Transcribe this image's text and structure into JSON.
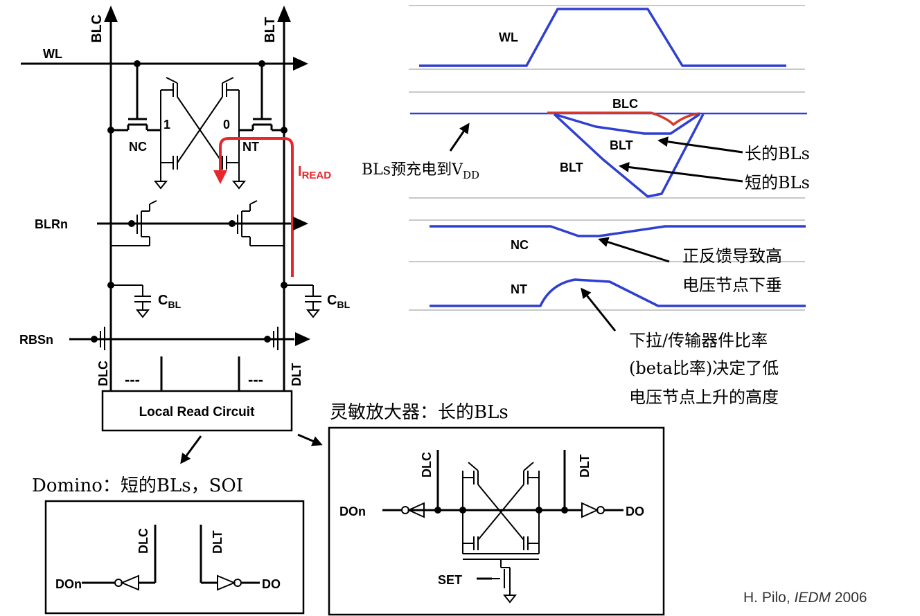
{
  "circuit": {
    "blc": "BLC",
    "blt": "BLT",
    "wl": "WL",
    "nc": "NC",
    "nt": "NT",
    "node1": "1",
    "node0": "0",
    "iread_main": "I",
    "iread_sub": "READ",
    "blrn": "BLRn",
    "cbl_main": "C",
    "cbl_sub": "BL",
    "rbsn": "RBSn",
    "dlc": "DLC",
    "dlt": "DLT",
    "dots": "---",
    "local_read": "Local Read Circuit"
  },
  "waveforms": {
    "wl": "WL",
    "blc": "BLC",
    "blt_long": "BLT",
    "blt_short": "BLT",
    "nc": "NC",
    "nt": "NT",
    "note_precharge_main": "BLs预充电到V",
    "note_precharge_sub": "DD",
    "note_long": "长的BLs",
    "note_short": "短的BLs",
    "note_feedback_l1": "正反馈导致高",
    "note_feedback_l2": "电压节点下垂",
    "note_beta_l1": "下拉/传输器件比率",
    "note_beta_l2": "(beta比率)决定了低",
    "note_beta_l3": "电压节点上升的高度"
  },
  "domino": {
    "title": "Domino：短的BLs，SOI",
    "dlc": "DLC",
    "dlt": "DLT",
    "don": "DOn",
    "do": "DO"
  },
  "senseamp": {
    "title": "灵敏放大器：长的BLs",
    "dlc": "DLC",
    "dlt": "DLT",
    "don": "DOn",
    "do": "DO",
    "set": "SET"
  },
  "citation": {
    "author": "H. Pilo, ",
    "venue": "IEDM",
    "year": " 2006"
  },
  "colors": {
    "waveform": "#2f3fd0",
    "iread": "#e8262b",
    "blc_wave": "#d83a2a"
  }
}
